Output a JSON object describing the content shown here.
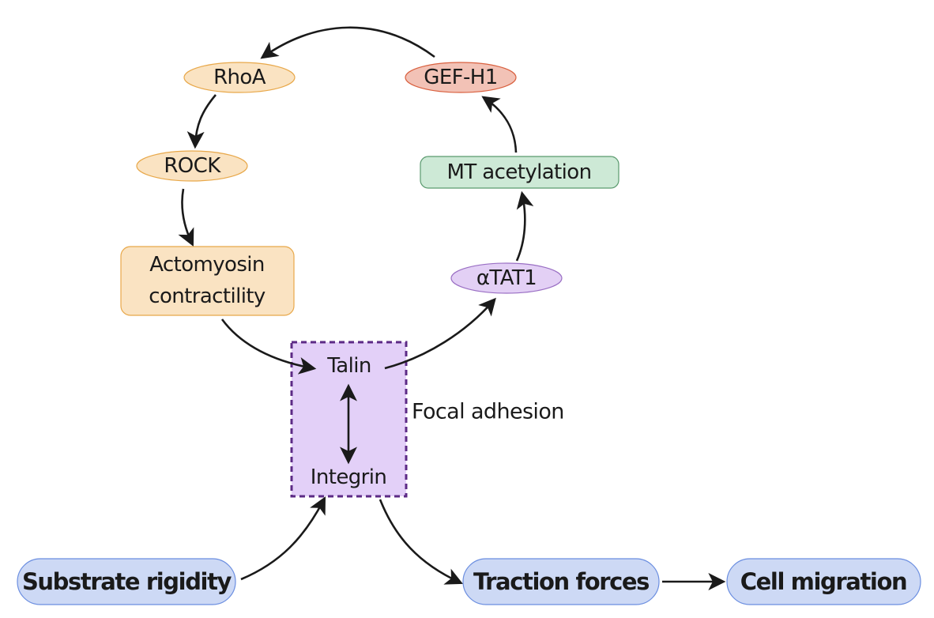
{
  "diagram": {
    "type": "signaling-pathway",
    "nodes": {
      "rhoa": {
        "label": "RhoA",
        "shape": "ellipse",
        "fill": "#fae3c2",
        "stroke": "#e8a84a"
      },
      "gefh1": {
        "label": "GEF-H1",
        "shape": "ellipse",
        "fill": "#f2c2b6",
        "stroke": "#d9603f"
      },
      "rock": {
        "label": "ROCK",
        "shape": "ellipse",
        "fill": "#fae3c2",
        "stroke": "#e8a84a"
      },
      "actomyosin": {
        "label_line1": "Actomyosin",
        "label_line2": "contractility",
        "shape": "rounded-rect",
        "fill": "#fae3c2",
        "stroke": "#e8a84a"
      },
      "mt_acetylation": {
        "label": "MT acetylation",
        "shape": "rounded-rect",
        "fill": "#cde9d6",
        "stroke": "#5a9a6e"
      },
      "atat1": {
        "label": "αTAT1",
        "shape": "ellipse",
        "fill": "#e3d0f5",
        "stroke": "#9a6fc4"
      },
      "talin": {
        "label": "Talin"
      },
      "integrin": {
        "label": "Integrin"
      },
      "substrate_rigidity": {
        "label": "Substrate rigidity",
        "shape": "pill",
        "fill": "#cdd9f5",
        "stroke": "#6b8ee0"
      },
      "traction_forces": {
        "label": "Traction forces",
        "shape": "pill",
        "fill": "#cdd9f5",
        "stroke": "#6b8ee0"
      },
      "cell_migration": {
        "label": "Cell migration",
        "shape": "pill",
        "fill": "#cdd9f5",
        "stroke": "#6b8ee0"
      }
    },
    "focal_adhesion": {
      "label": "Focal adhesion",
      "fill": "#e3d0f8",
      "border_color": "#5c2a86",
      "border_style": "dashed"
    },
    "edges": [
      {
        "from": "GEF-H1",
        "to": "RhoA",
        "type": "activates"
      },
      {
        "from": "RhoA",
        "to": "ROCK",
        "type": "activates"
      },
      {
        "from": "ROCK",
        "to": "Actomyosin contractility",
        "type": "activates"
      },
      {
        "from": "Actomyosin contractility",
        "to": "Talin",
        "type": "activates"
      },
      {
        "from": "Talin",
        "to": "αTAT1",
        "type": "activates"
      },
      {
        "from": "αTAT1",
        "to": "MT acetylation",
        "type": "activates"
      },
      {
        "from": "MT acetylation",
        "to": "GEF-H1",
        "type": "activates"
      },
      {
        "from": "Talin",
        "to": "Integrin",
        "type": "bidirectional"
      },
      {
        "from": "Substrate rigidity",
        "to": "Integrin",
        "type": "activates"
      },
      {
        "from": "Integrin",
        "to": "Traction forces",
        "type": "activates"
      },
      {
        "from": "Traction forces",
        "to": "Cell migration",
        "type": "activates"
      }
    ],
    "arrow_color": "#1a1a1a"
  }
}
